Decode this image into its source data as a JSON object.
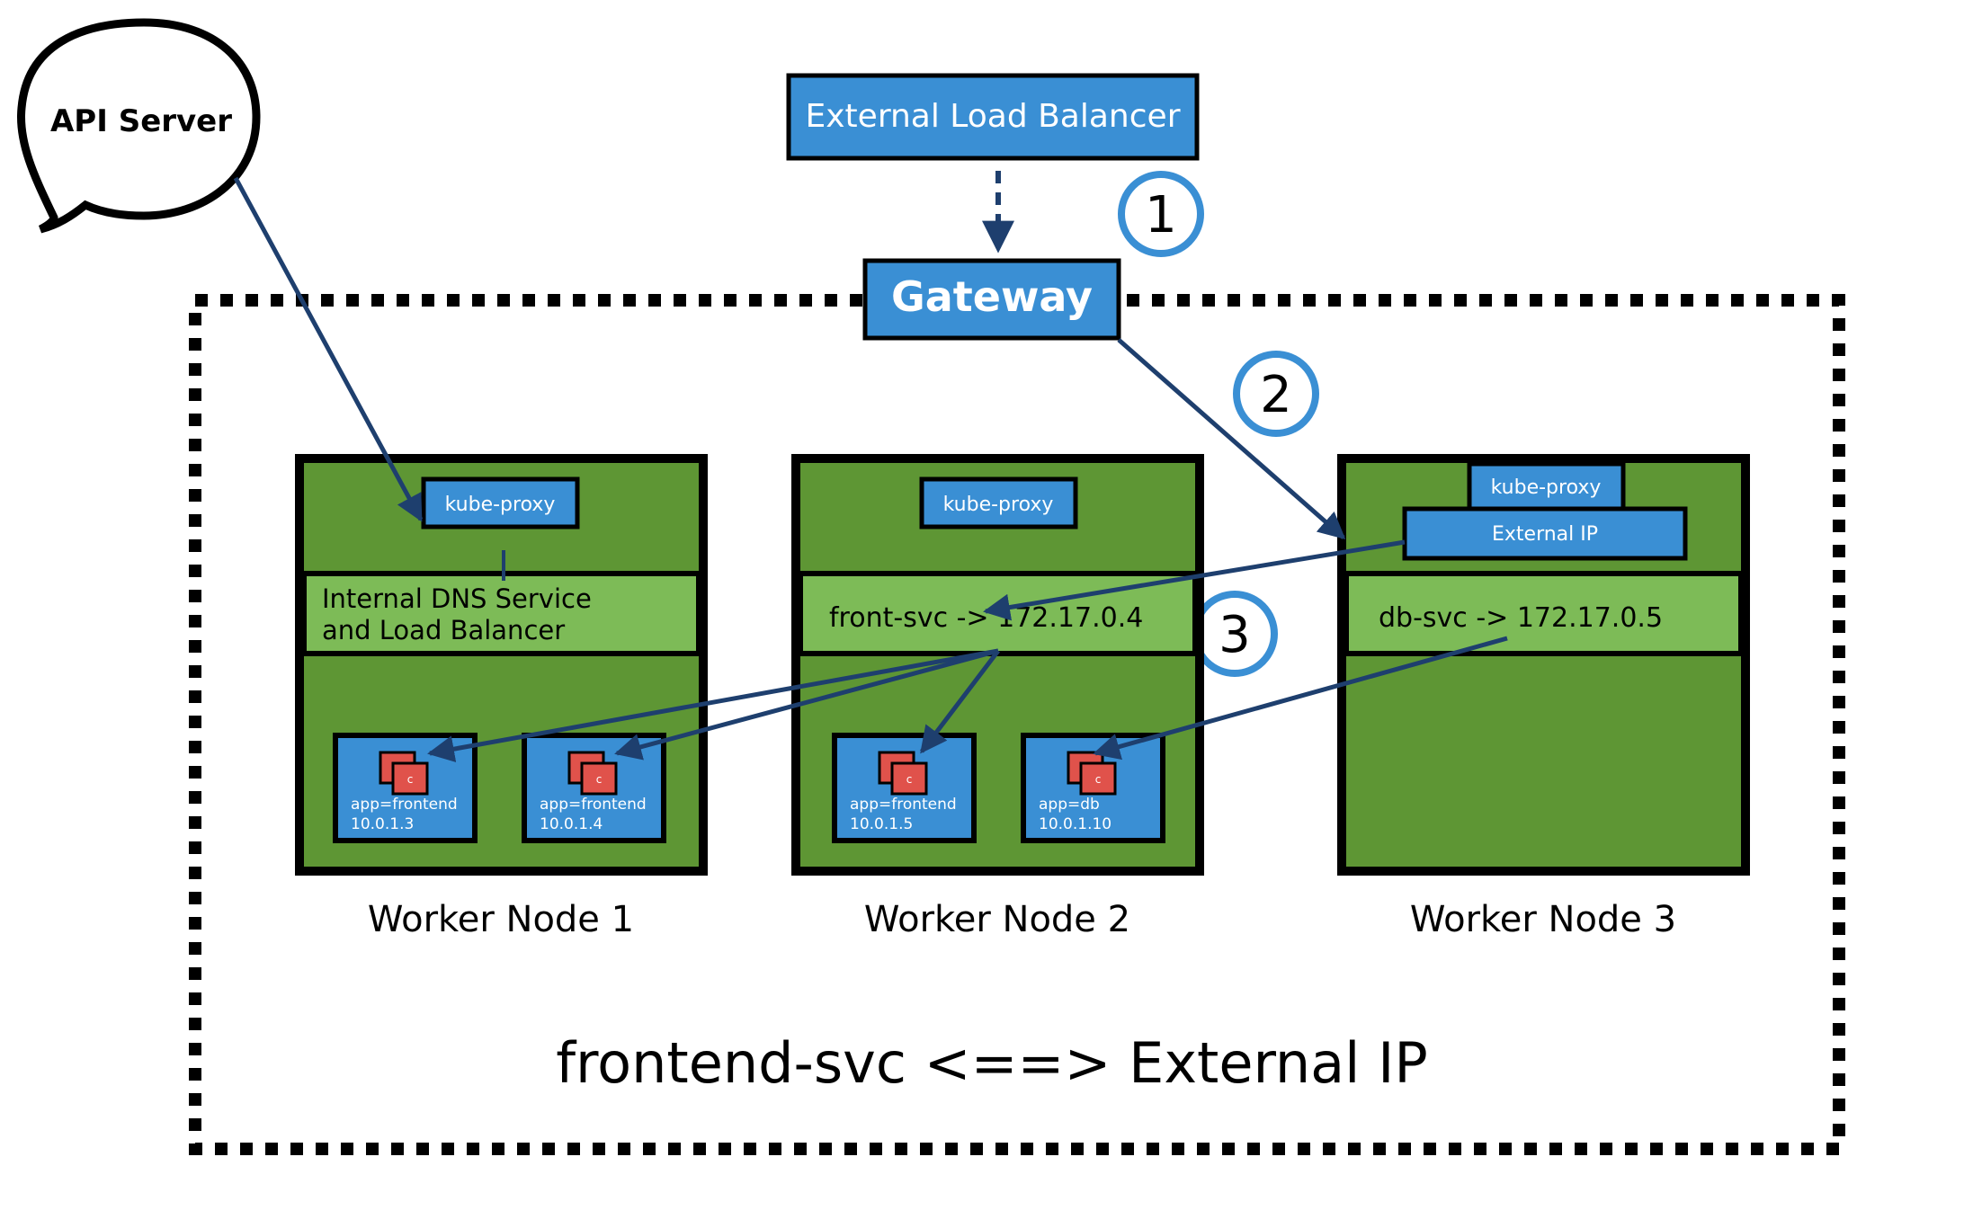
{
  "api_server": {
    "label": "API Server"
  },
  "external_lb": {
    "label": "External Load Balancer"
  },
  "gateway": {
    "label": "Gateway"
  },
  "steps": [
    "1",
    "2",
    "3"
  ],
  "nodes": [
    {
      "label": "Worker Node 1",
      "proxy": "kube-proxy",
      "service_line1": "Internal DNS Service",
      "service_line2": "and Load Balancer",
      "pods": [
        {
          "icon": "c",
          "app": "app=frontend",
          "ip": "10.0.1.3"
        },
        {
          "icon": "c",
          "app": "app=frontend",
          "ip": "10.0.1.4"
        }
      ]
    },
    {
      "label": "Worker Node 2",
      "proxy": "kube-proxy",
      "service_line1": "front-svc -> 172.17.0.4",
      "pods": [
        {
          "icon": "c",
          "app": "app=frontend",
          "ip": "10.0.1.5"
        },
        {
          "icon": "c",
          "app": "app=db",
          "ip": "10.0.1.10"
        }
      ]
    },
    {
      "label": "Worker Node 3",
      "proxy": "kube-proxy",
      "external_ip": "External IP",
      "service_line1": "db-svc -> 172.17.0.5",
      "pods": []
    }
  ],
  "cluster_caption": "frontend-svc <==> External IP",
  "colors": {
    "node_dark_green": "#5e9634",
    "node_light_green": "#7dbb57",
    "blue_box": "#3a8fd4",
    "step_circle": "#3a8fd4",
    "arrow": "#1e3f6e",
    "pod_container": "#e0524b"
  }
}
